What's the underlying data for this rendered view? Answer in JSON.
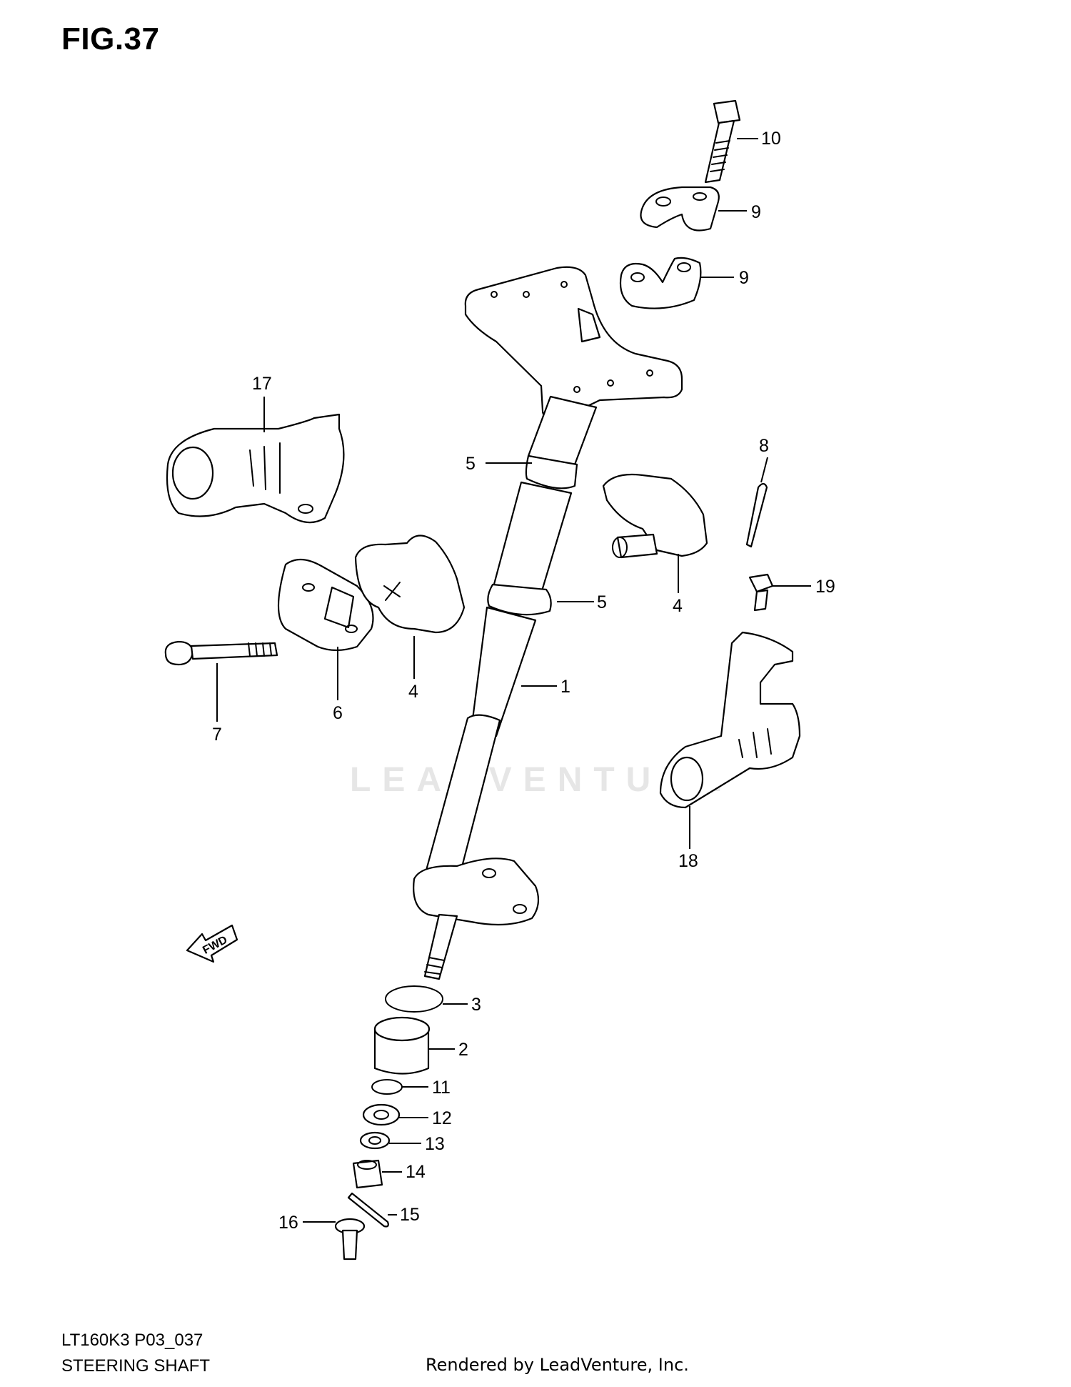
{
  "figure": {
    "title": "FIG.37"
  },
  "footer": {
    "model_code": "LT160K3 P03_037",
    "section_name": "STEERING SHAFT",
    "rendered_by": "Rendered by LeadVenture, Inc."
  },
  "watermark": "LEADVENTURE",
  "fwd_label": "FWD",
  "callouts": [
    "10",
    "9",
    "9",
    "17",
    "5",
    "8",
    "4",
    "5",
    "19",
    "4",
    "1",
    "7",
    "6",
    "18",
    "3",
    "2",
    "11",
    "12",
    "13",
    "14",
    "15",
    "16"
  ]
}
